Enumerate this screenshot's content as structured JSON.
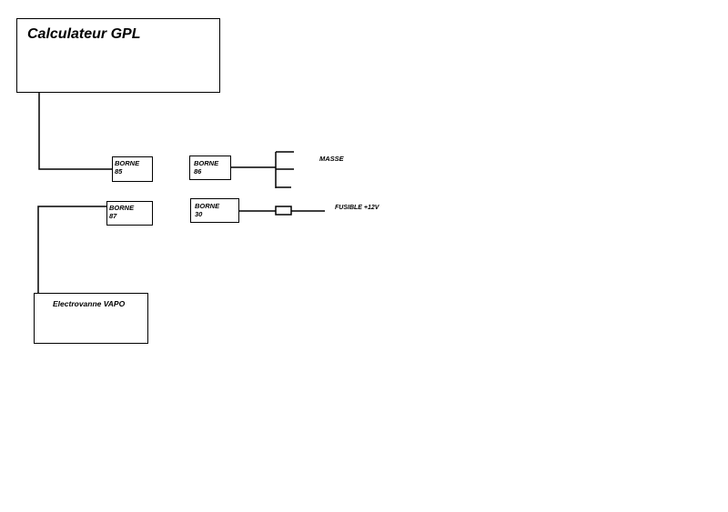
{
  "calculateur": {
    "title": "Calculateur GPL"
  },
  "electrovanne": {
    "label": "Electrovanne VAPO"
  },
  "bornes": [
    {
      "id": "85",
      "label": "BORNE",
      "number": "85"
    },
    {
      "id": "86",
      "label": "BORNE",
      "number": "86"
    },
    {
      "id": "87",
      "label": "BORNE",
      "number": "87"
    },
    {
      "id": "30",
      "label": "BORNE",
      "number": "30"
    }
  ],
  "labels": {
    "masse": "MASSE",
    "fusible": "FUSIBLE +12V"
  }
}
